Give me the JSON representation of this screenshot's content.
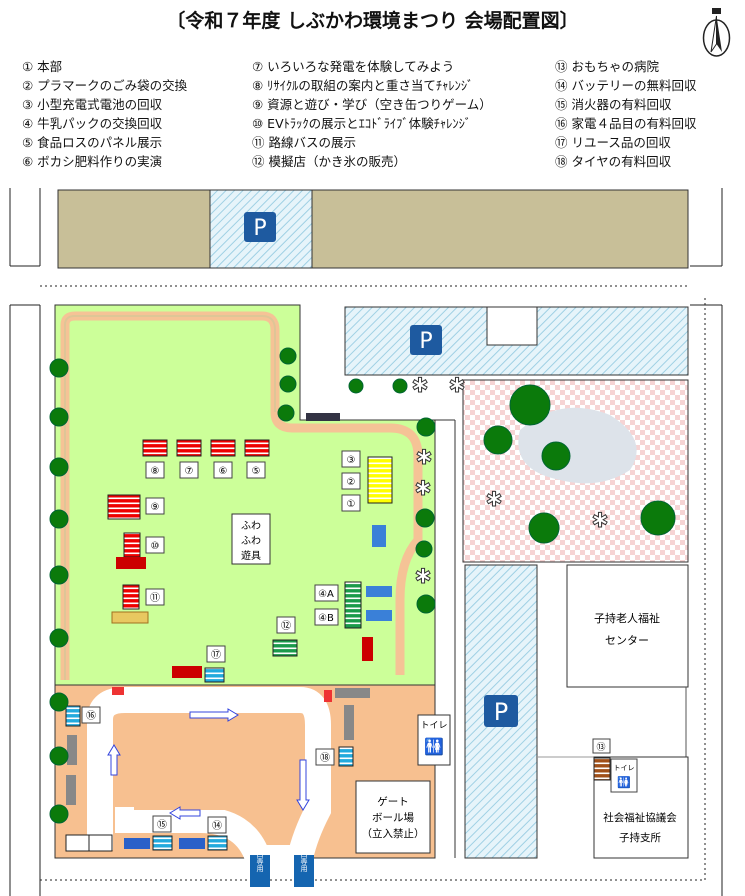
{
  "title": "〔令和７年度 しぶかわ環境まつり 会場配置図〕",
  "legend": [
    "① 本部",
    "② プラマークのごみ袋の交換",
    "③ 小型充電式電池の回収",
    "④ 牛乳パックの交換回収",
    "⑤ 食品ロスのパネル展示",
    "⑥ ボカシ肥料作りの実演",
    "⑦ いろいろな発電を体験してみよう",
    "⑧ ﾘｻｲｸﾙの取組の案内と重さ当てﾁｬﾚﾝｼﾞ",
    "⑨ 資源と遊び・学び（空き缶つりゲーム）",
    "⑩ EVﾄﾗｯｸの展示とｴｺﾄﾞﾗｲﾌﾞ体験ﾁｬﾚﾝｼﾞ",
    "⑪ 路線バスの展示",
    "⑫ 模擬店（かき氷の販売）",
    "⑬ おもちゃの病院",
    "⑭ バッテリーの無料回収",
    "⑮ 消火器の有料回収",
    "⑯ 家電４品目の有料回収",
    "⑰ リユース品の回収",
    "⑱ タイヤの有料回収"
  ],
  "map": {
    "parking": "P",
    "markers": {
      "m1": "①",
      "m2": "②",
      "m3": "③",
      "m4a": "④A",
      "m4b": "④B",
      "m5": "⑤",
      "m6": "⑥",
      "m7": "⑦",
      "m8": "⑧",
      "m9": "⑨",
      "m10": "⑩",
      "m11": "⑪",
      "m12": "⑫",
      "m13": "⑬",
      "m14": "⑭",
      "m15": "⑮",
      "m16": "⑯",
      "m17": "⑰",
      "m18": "⑱"
    },
    "bouncy": [
      "ふわ",
      "ふわ",
      "遊具"
    ],
    "toilet": "トイレ",
    "elderly_center": [
      "子持老人福祉",
      "センター"
    ],
    "council": [
      "社会福祉協議会",
      "子持支所"
    ],
    "gateball": [
      "ゲート",
      "ボール場",
      "（立入禁止）"
    ],
    "entrance": "入口専用",
    "exit": "出口専用"
  },
  "colors": {
    "field": "#ccff99",
    "path": "#f5c396",
    "parking_band": "#c8bf98",
    "parking_sign": "#1e5aa0",
    "tree": "#0b7a0b"
  }
}
